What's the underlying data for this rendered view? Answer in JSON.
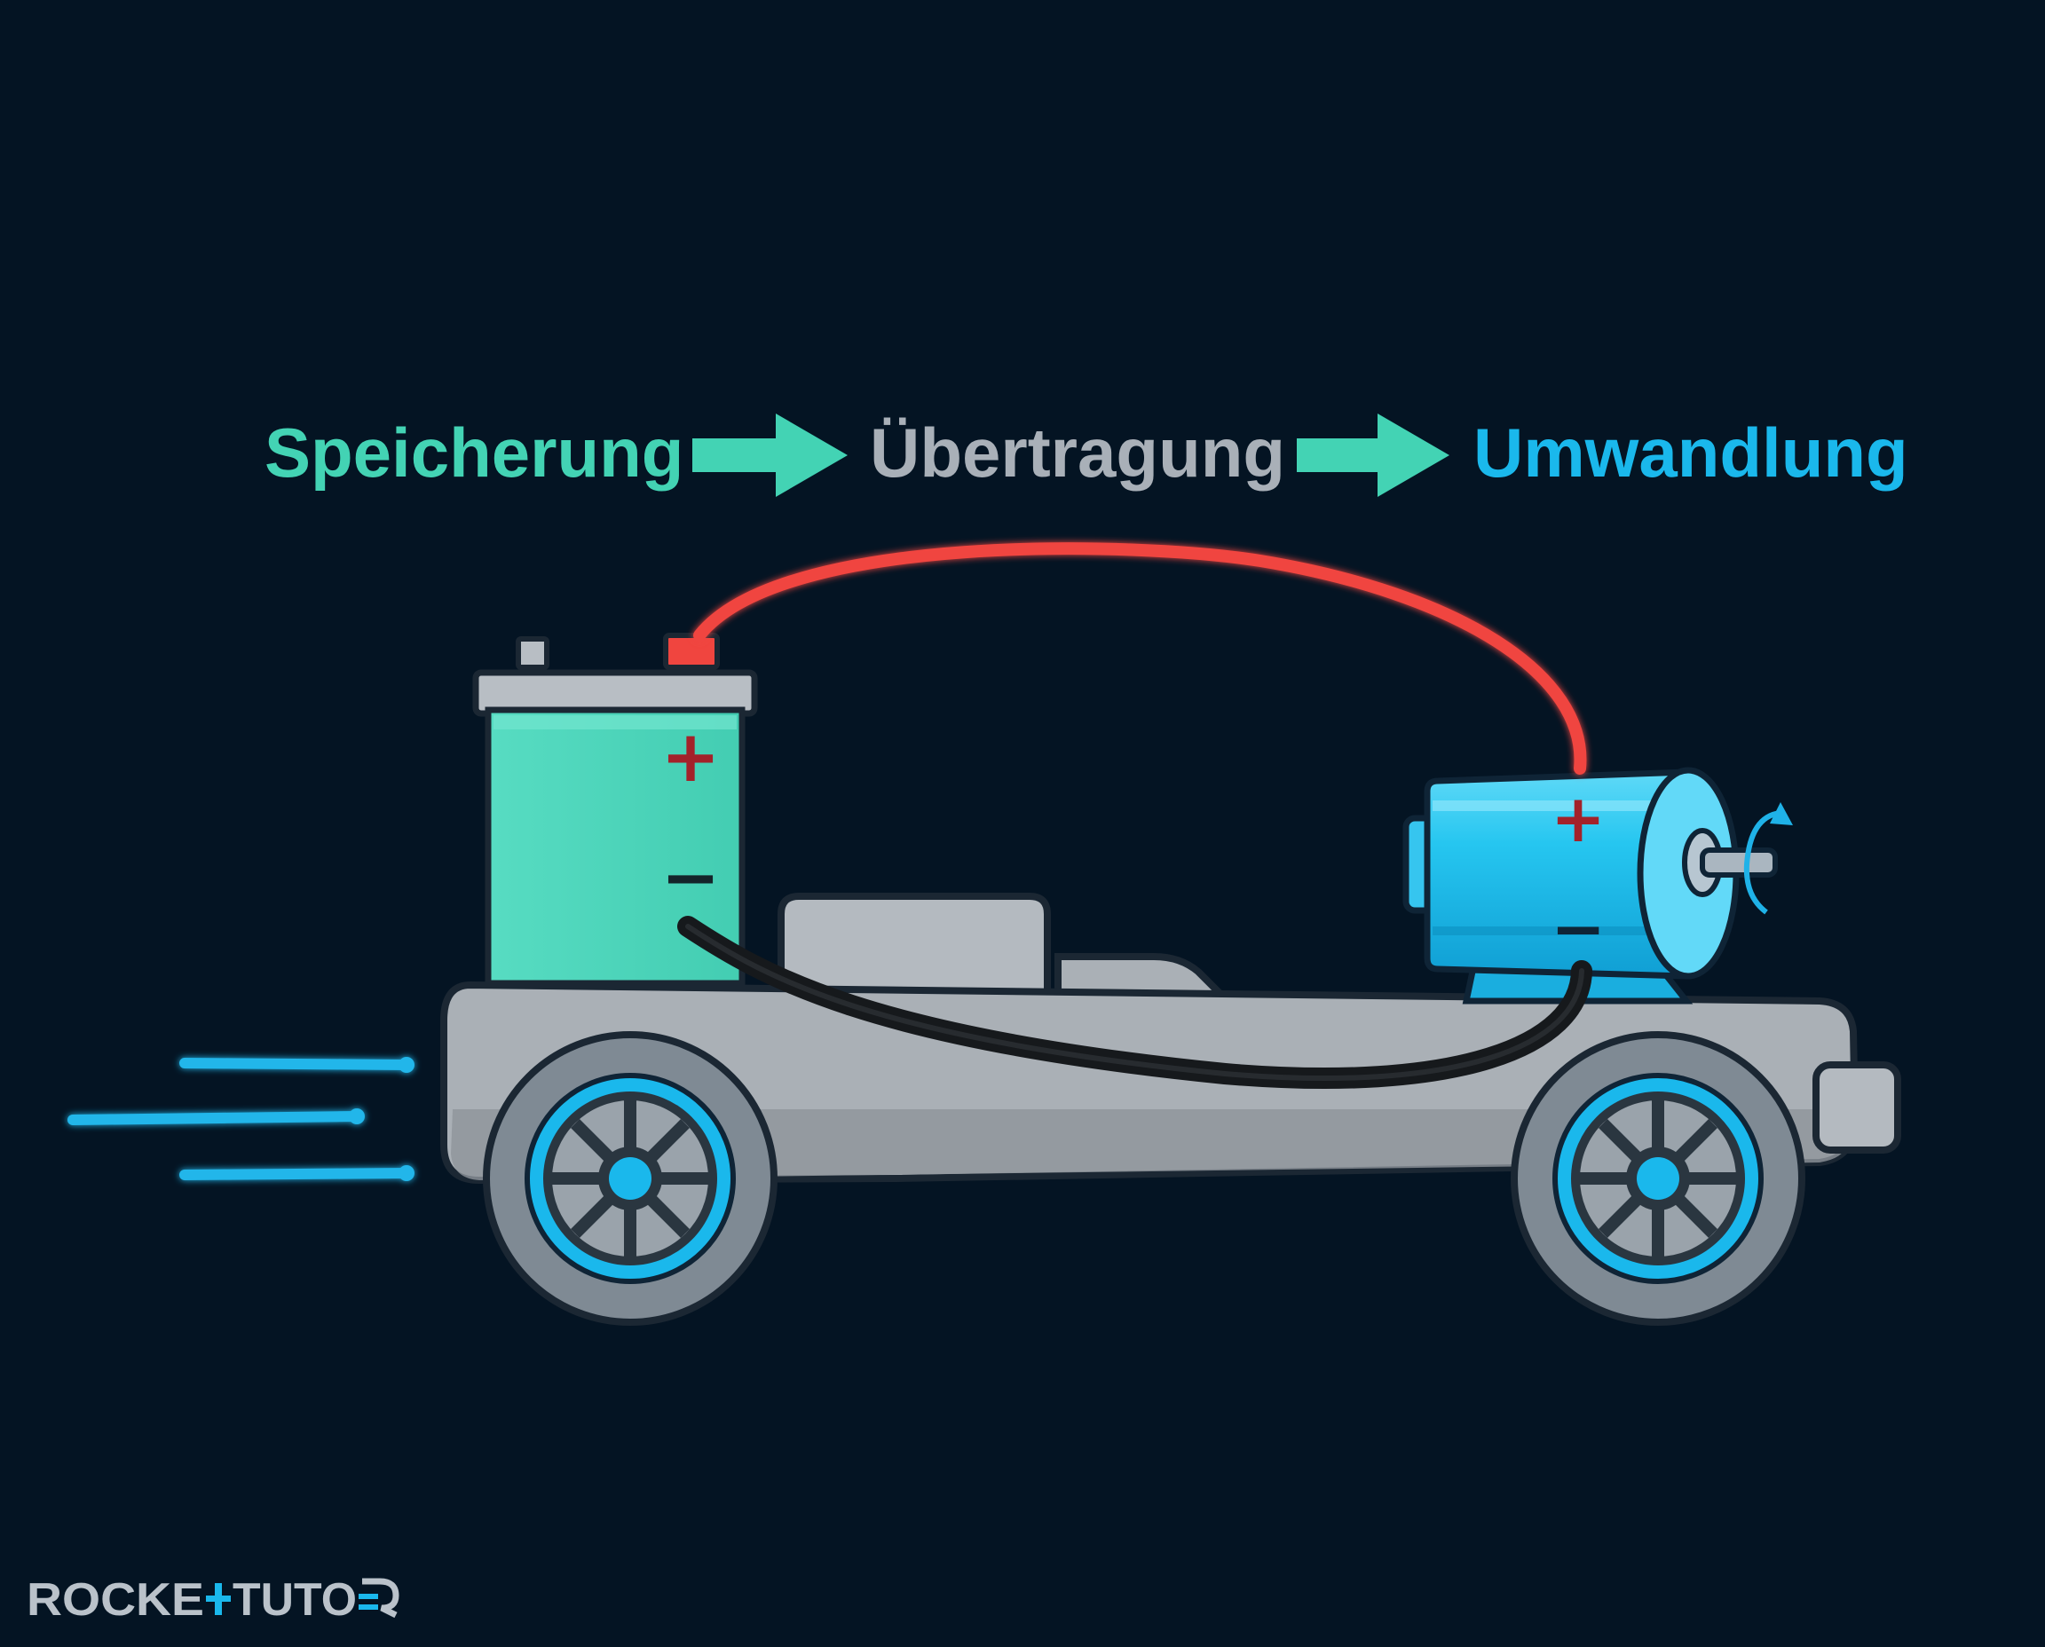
{
  "flow": {
    "step_1": "Speicherung",
    "step_2": "Übertragung",
    "step_3": "Umwandlung"
  },
  "terminals": {
    "plus": "+",
    "minus": "−"
  },
  "logo": {
    "text": "ROCKETTUTOR"
  },
  "colors": {
    "background": "#041423",
    "step_1": "#43d3b4",
    "step_2": "#a9b0b8",
    "step_3": "#1ab8ec",
    "arrow": "#43d3b4",
    "battery": "#4fd9bf",
    "motor": "#1fc2ee",
    "positive_cable": "#f0453f",
    "negative_cable": "#16191c",
    "chassis": "#aab0b6",
    "wheel_rim": "#1ab8ec",
    "speed_lines": "#20b6ea"
  }
}
